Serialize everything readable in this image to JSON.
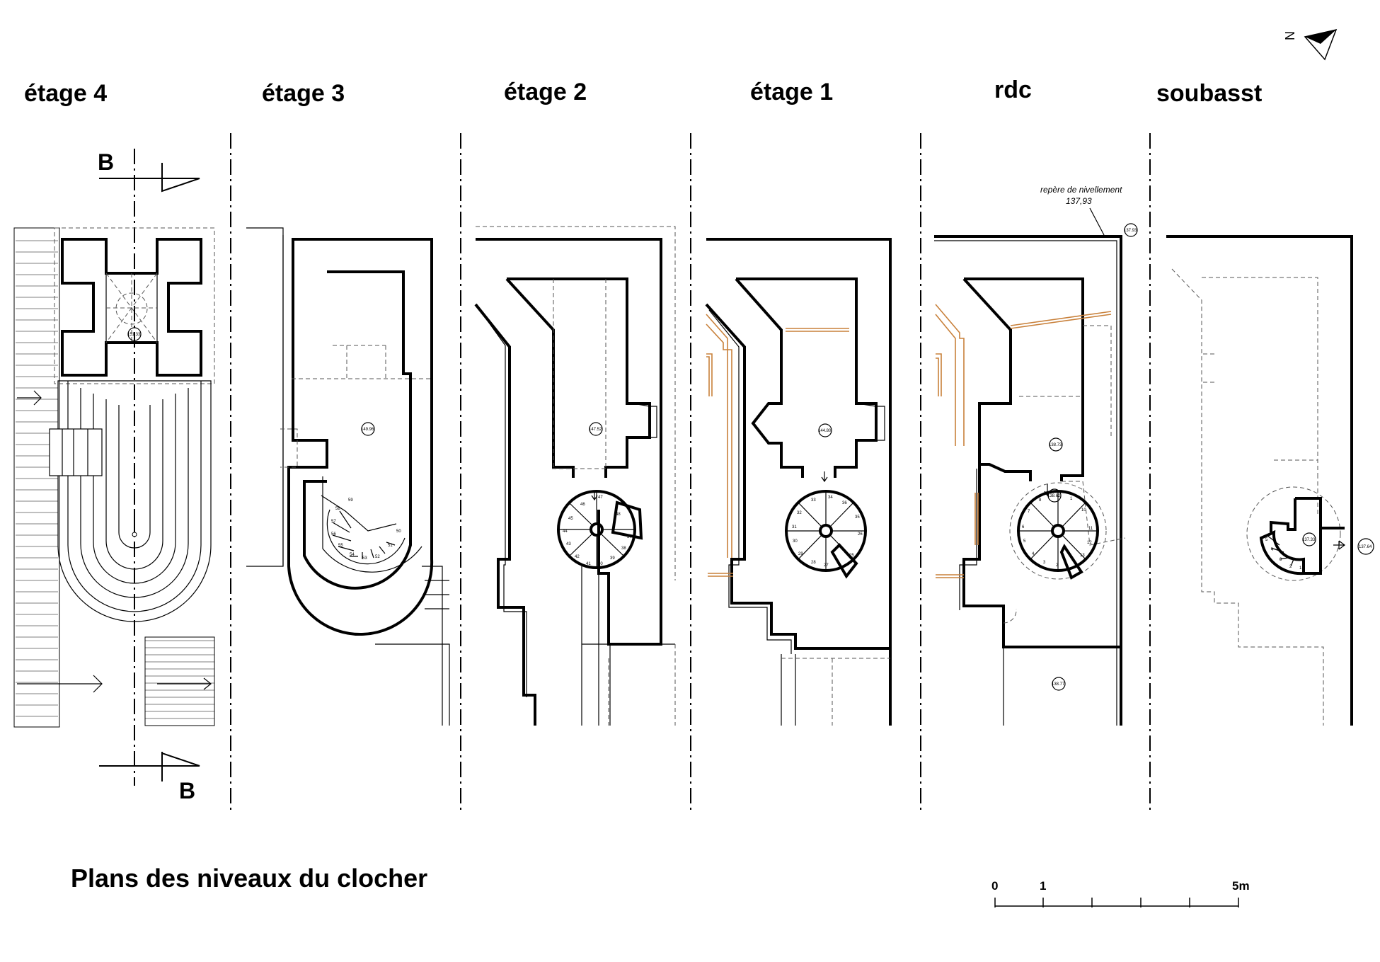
{
  "levels": [
    "étage 4",
    "étage 3",
    "étage 2",
    "étage 1",
    "rdc",
    "soubasst"
  ],
  "section_marker": "B",
  "north_label": "N",
  "drawing_title": "Plans des niveaux du clocher",
  "scale": {
    "labels": [
      "0",
      "1",
      "5m"
    ]
  },
  "benchmark": {
    "label": "repère de nivellement",
    "value": "137,93"
  },
  "elevations": {
    "etage4": "151.33",
    "etage3": "149.96",
    "etage2": "147.52",
    "etage1": "144.80",
    "rdc_room": "138.73",
    "rdc_stair": "138.62",
    "rdc_lower": "138.77",
    "rdc_wall": "137.93",
    "soubasst_stair": "137.33",
    "soubasst_outside": "137.64"
  },
  "stairs": {
    "etage3": [
      "59",
      "58",
      "57",
      "56",
      "55",
      "54",
      "53",
      "52",
      "51",
      "50"
    ],
    "etage2": [
      "47",
      "46",
      "45",
      "44",
      "43",
      "42",
      "41",
      "40",
      "39",
      "38",
      "37",
      "48"
    ],
    "etage1": [
      "34",
      "33",
      "32",
      "31",
      "30",
      "29",
      "28",
      "27",
      "36",
      "35",
      "26",
      "25"
    ],
    "rdc": [
      "8",
      "7",
      "6",
      "5",
      "4",
      "3",
      "2",
      "1",
      "10",
      "11",
      "12",
      "13"
    ],
    "soubasst": [
      "5",
      "4",
      "3",
      "2",
      "1"
    ]
  },
  "colors": {
    "wall": "#000000",
    "hidden": "#555555",
    "timber": "#c8803a"
  }
}
